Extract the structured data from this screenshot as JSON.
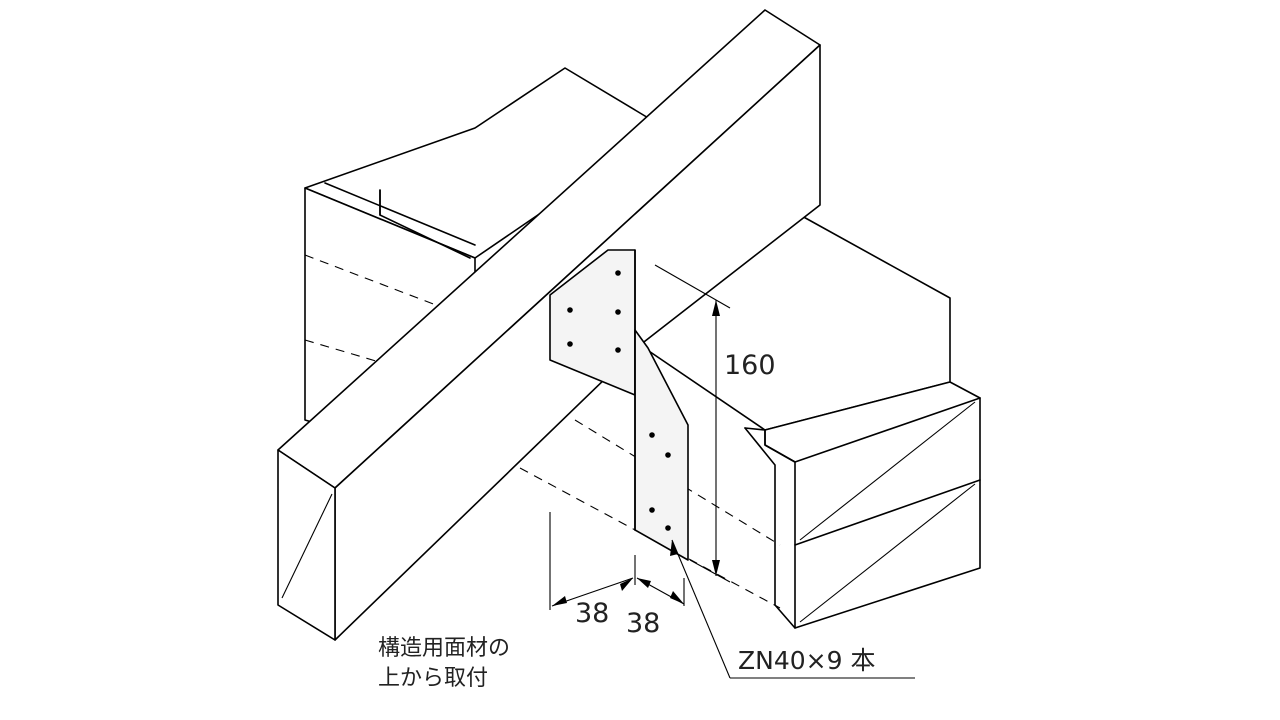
{
  "dimensions": {
    "height": "160",
    "left_width": "38",
    "right_width": "38"
  },
  "labels": {
    "nail_spec": "ZN40×9 本",
    "note_line1": "構造用面材の",
    "note_line2": "上から取付"
  },
  "colors": {
    "line": "#000000",
    "text": "#222222",
    "background": "#ffffff"
  }
}
